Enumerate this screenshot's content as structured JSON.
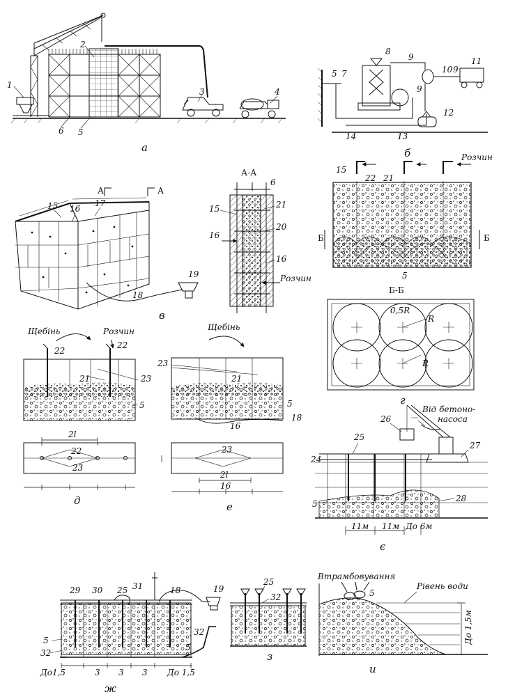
{
  "figure": {
    "panel_captions": {
      "a": "а",
      "b": "б",
      "v": "в",
      "g": "г",
      "d": "д",
      "e": "е",
      "ye": "є",
      "zh": "ж",
      "z": "з",
      "i": "и"
    },
    "labels": {
      "solution": "Розчин",
      "solution_b": "Розчин",
      "solution_v": "Розчин",
      "crushed_stone_d": "Щебінь",
      "crushed_stone_e": "Щебінь",
      "from_concrete_pump_1": "Від бетоно-",
      "from_concrete_pump_2": "насоса",
      "ramming": "Втрамбовування",
      "water_level": "Рівень води",
      "depth_15": "До 1,5м",
      "up_to_15_left": "До1,5",
      "up_to_15_right": "До 1,5",
      "up_to_6m": "До 6м",
      "span_11m_1": "11м",
      "span_11m_2": "11м",
      "dim_2l_d": "2l",
      "dim_2l_e": "2l",
      "radius_half": "0,5R",
      "radius_r1": "R",
      "radius_r2": "R",
      "dim_3_1": "3",
      "dim_3_2": "3",
      "dim_3_3": "3"
    },
    "sections": {
      "aa_title": "А-А",
      "a_left": "А",
      "a_right": "А",
      "bb_title": "Б-Б",
      "b_left": "Б",
      "b_right": "Б"
    },
    "numbers": {
      "n1": "1",
      "n2": "2",
      "n3": "3",
      "n4": "4",
      "n5": "5",
      "n6": "6",
      "n7": "7",
      "n8": "8",
      "n9": "9",
      "n10": "10",
      "n11": "11",
      "n12": "12",
      "n13": "13",
      "n14": "14",
      "n15": "15",
      "n16": "16",
      "n17": "17",
      "n18": "18",
      "n19": "19",
      "n20": "20",
      "n21": "21",
      "n22": "22",
      "n23": "23",
      "n24": "24",
      "n25": "25",
      "n26": "26",
      "n27": "27",
      "n28": "28",
      "n29": "29",
      "n30": "30",
      "n31": "31",
      "n32": "32"
    }
  }
}
